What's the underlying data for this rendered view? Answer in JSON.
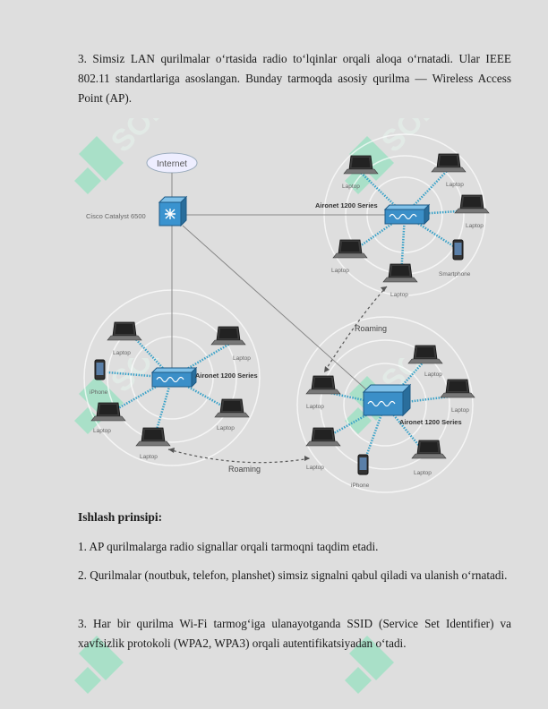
{
  "intro": {
    "text": "3. Simsiz LAN qurilmalar o‘rtasida radio to‘lqinlar orqali aloqa o‘rnatadi. Ular IEEE 802.11 standartlariga asoslangan. Bunday tarmoqda asosiy qurilma — Wireless Access Point (AP)."
  },
  "diagram": {
    "internet": "Internet",
    "switch": "Cisco Catalyst 6500",
    "ap_top": "Aironet 1200 Series",
    "ap_left": "Aironet 1200 Series",
    "ap_right": "Aironet 1200 Series",
    "laptop": "Laptop",
    "smartphone": "Smartphone",
    "iphone": "iPhone",
    "roaming": "Roaming"
  },
  "section": {
    "heading": "Ishlash prinsipi:",
    "items": [
      "1. AP qurilmalarga radio signallar orqali tarmoqni taqdim etadi.",
      "2. Qurilmalar (noutbuk, telefon, planshet) simsiz signalni qabul qiladi va ulanish o‘rnatadi.",
      "3. Har bir qurilma Wi-Fi tarmog‘iga ulanayotganda SSID (Service Set Identifier) va xavfsizlik protokoli (WPA2, WPA3) orqali autentifikatsiyadan o‘tadi."
    ]
  },
  "colors": {
    "watermark": "#7fe3b7",
    "accent": "#2f7fb0"
  }
}
